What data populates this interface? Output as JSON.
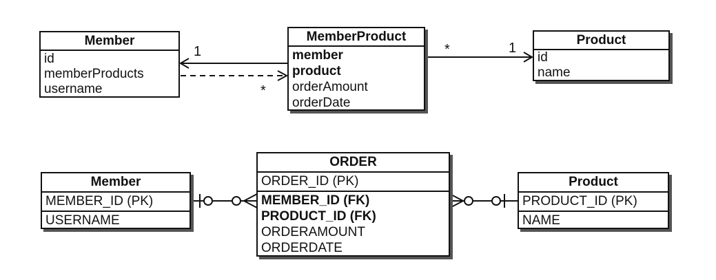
{
  "uml": {
    "member": {
      "title": "Member",
      "fields": [
        "id",
        "memberProducts",
        "username"
      ]
    },
    "member_product": {
      "title": "MemberProduct",
      "fields": [
        {
          "label": "member",
          "bold": true
        },
        {
          "label": "product",
          "bold": true
        },
        {
          "label": "orderAmount",
          "bold": false
        },
        {
          "label": "orderDate",
          "bold": false
        }
      ]
    },
    "product": {
      "title": "Product",
      "fields": [
        "id",
        "name"
      ]
    },
    "multiplicity": {
      "member_side": "1",
      "member_product_side": "*",
      "mp_left_of_product": "*",
      "product_side": "1"
    }
  },
  "erd": {
    "member": {
      "title": "Member",
      "pk": "MEMBER_ID (PK)",
      "columns": [
        "USERNAME"
      ]
    },
    "order": {
      "title": "ORDER",
      "pk": "ORDER_ID (PK)",
      "fks": [
        "MEMBER_ID (FK)",
        "PRODUCT_ID (FK)"
      ],
      "columns": [
        "ORDERAMOUNT",
        "ORDERDATE"
      ]
    },
    "product": {
      "title": "Product",
      "pk": "PRODUCT_ID (PK)",
      "columns": [
        "NAME"
      ]
    }
  }
}
